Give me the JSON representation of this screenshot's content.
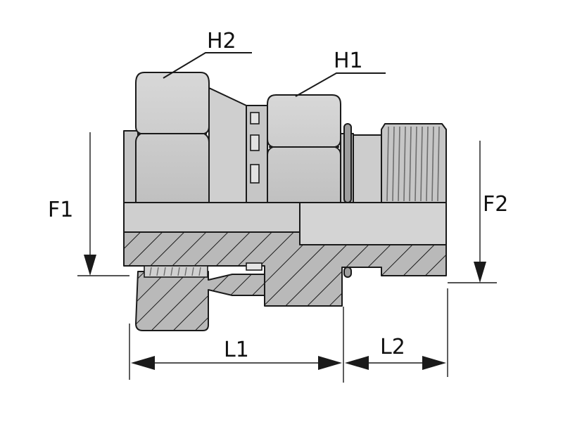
{
  "diagram": {
    "labels": {
      "h2": "H2",
      "h1": "H1",
      "f1": "F1",
      "f2": "F2",
      "l1": "L1",
      "l2": "L2"
    },
    "colors": {
      "metal": "#c9c9c9",
      "metal_light": "#dcdcdc",
      "metal_dark": "#a9a9a9",
      "section": "#b8b8b8",
      "outline": "#1a1a1a"
    }
  }
}
